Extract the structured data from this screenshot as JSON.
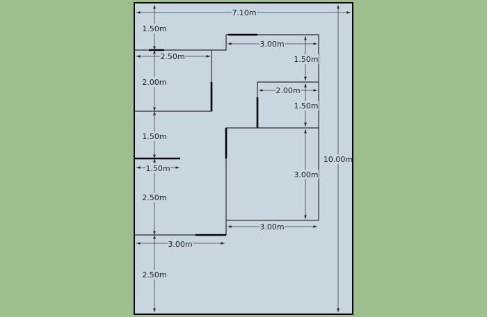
{
  "colors": {
    "background": "#9dbf8e",
    "plan_fill": "#c8d6e0",
    "outline": "#000000"
  },
  "dimensions": {
    "overall_width": "7.10m",
    "overall_height": "10.00m",
    "left_top": "1.50m",
    "left_room1_width": "2.50m",
    "left_room1_height": "2.00m",
    "left_gap": "1.50m",
    "left_short_width": "1.50m",
    "left_room2_height": "2.50m",
    "left_bottom_width": "3.00m",
    "left_bottom_height": "2.50m",
    "right_top_width": "3.00m",
    "right_top_height": "1.50m",
    "right_mid_width": "2.00m",
    "right_mid_height": "1.50m",
    "right_room_height": "3.00m",
    "right_room_width": "3.00m"
  }
}
